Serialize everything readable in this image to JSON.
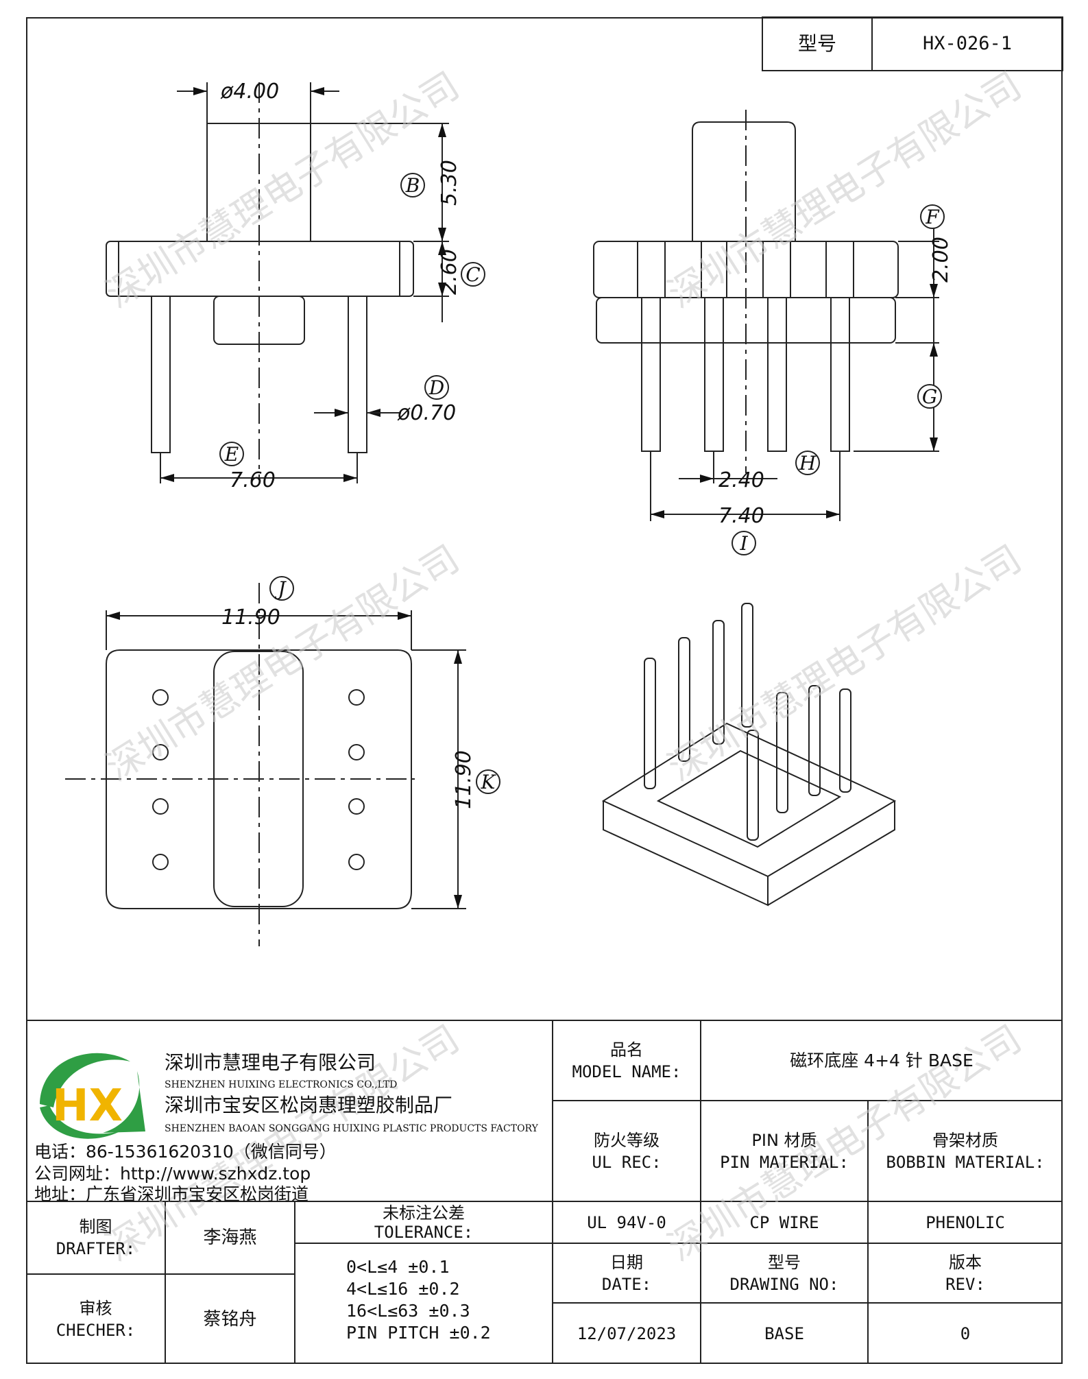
{
  "header": {
    "model_label": "型号",
    "model_value": "HX-026-1"
  },
  "watermark": "深圳市慧理电子有限公司",
  "dimensions": {
    "phi_4": "ø4.00",
    "d_5_30": "5.30",
    "d_2_60": "2.60",
    "phi_0_70": "ø0.70",
    "d_7_60": "7.60",
    "d_2_00": "2.00",
    "d_2_40": "2.40",
    "d_7_40": "7.40",
    "d_11_90_w": "11.90",
    "d_11_90_h": "11.90"
  },
  "callouts": {
    "B": "B",
    "C": "C",
    "D": "D",
    "E": "E",
    "F": "F",
    "G": "G",
    "H": "H",
    "I": "I",
    "J": "J",
    "K": "K"
  },
  "company": {
    "name_cn": "深圳市慧理电子有限公司",
    "name_en": "SHENZHEN HUIXING ELECTRONICS CO.,LTD",
    "factory_cn": "深圳市宝安区松岗惠理塑胶制品厂",
    "factory_en": "SHENZHEN BAOAN SONGGANG HUIXING PLASTIC PRODUCTS FACTORY",
    "phone": "电话：86-15361620310（微信同号）",
    "website": "公司网址：http://www.szhxdz.top",
    "address": "地址：广东省深圳市宝安区松岗街道",
    "logo_text": "HX"
  },
  "title_block": {
    "model_name_cn": "品名",
    "model_name_en": "MODEL NAME:",
    "model_name_value": "磁环底座 4+4 针 BASE",
    "fire_cn": "防火等级",
    "fire_en": "UL REC:",
    "pin_mat_cn": "PIN 材质",
    "pin_mat_en": "PIN MATERIAL:",
    "bobbin_mat_cn": "骨架材质",
    "bobbin_mat_en": "BOBBIN MATERIAL:",
    "ul_value": "UL 94V-0",
    "pin_value": "CP WIRE",
    "bobbin_value": "PHENOLIC",
    "date_cn": "日期",
    "date_en": "DATE:",
    "drawing_cn": "型号",
    "drawing_en": "DRAWING NO:",
    "rev_cn": "版本",
    "rev_en": "REV:",
    "date_value": "12/07/2023",
    "drawing_value": "BASE",
    "rev_value": "0",
    "drafter_cn": "制图",
    "drafter_en": "DRAFTER:",
    "drafter_name": "李海燕",
    "checker_cn": "审核",
    "checker_en": "CHECHER:",
    "checker_name": "蔡铭舟",
    "tolerance_cn": "未标注公差",
    "tolerance_en": "TOLERANCE:",
    "tolerance_lines": [
      "0<L≤4  ±0.1",
      "4<L≤16  ±0.2",
      "16<L≤63  ±0.3",
      "PIN PITCH  ±0.2"
    ]
  }
}
